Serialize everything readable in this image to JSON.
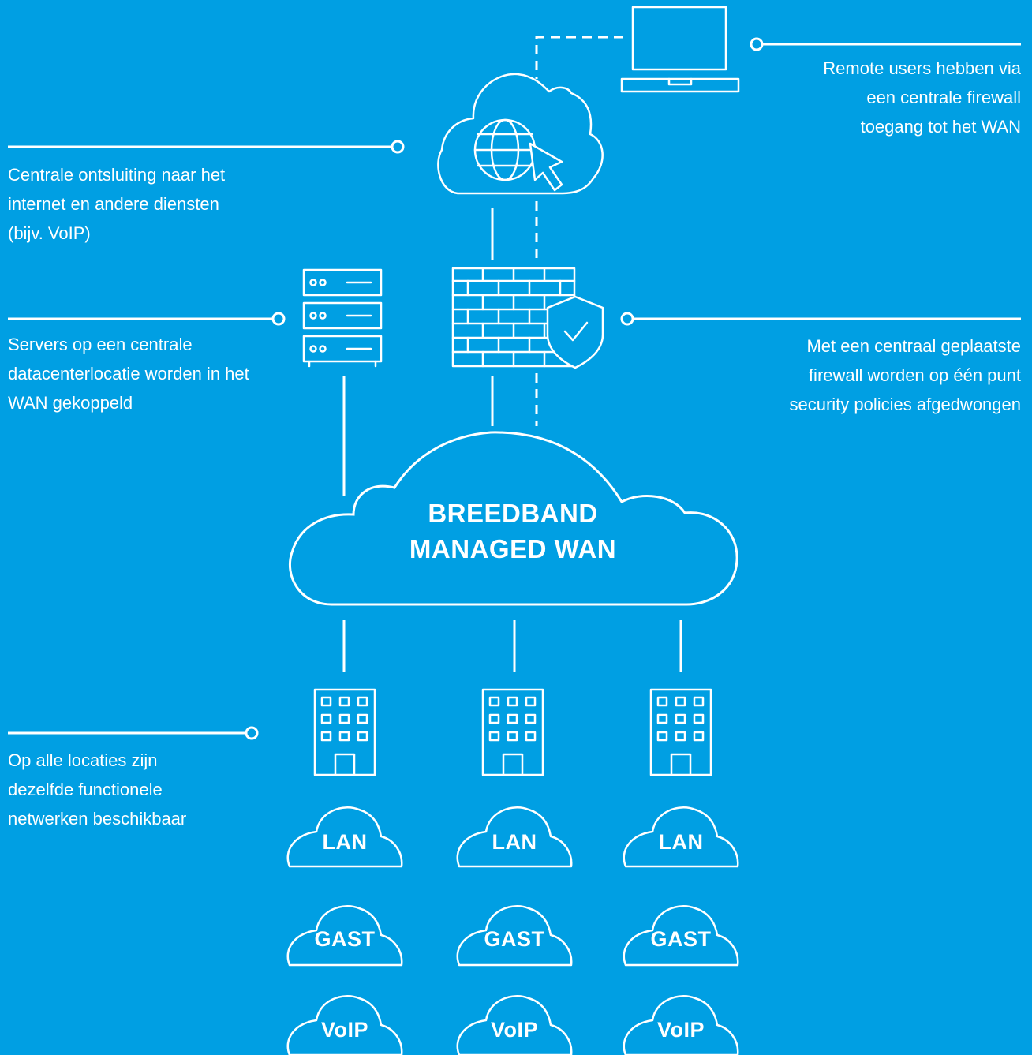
{
  "diagram": {
    "colors": {
      "background": "#009fe3",
      "line": "#ffffff"
    },
    "icons": [
      "laptop-icon",
      "internet-cloud-icon",
      "globe-icon",
      "cursor-icon",
      "server-rack-icon",
      "firewall-icon",
      "shield-check-icon",
      "building-icon",
      "cloud-icon"
    ],
    "wan_cloud": {
      "line1": "BREEDBAND",
      "line2": "MANAGED WAN"
    },
    "annotations": {
      "internet": "Centrale ontsluiting naar het internet en andere diensten (bijv. VoIP)",
      "servers": "Servers op een centrale datacenterlocatie worden in het WAN gekoppeld",
      "locations": "Op alle locaties zijn dezelfde functionele netwerken beschikbaar",
      "remote_users": "Remote users hebben via een centrale firewall toegang tot het WAN",
      "firewall": "Met een centraal geplaatste firewall worden op één punt security policies afgedwongen"
    },
    "networks": [
      {
        "name": "LAN"
      },
      {
        "name": "GAST"
      },
      {
        "name": "VoIP"
      }
    ],
    "location_count": 3
  }
}
